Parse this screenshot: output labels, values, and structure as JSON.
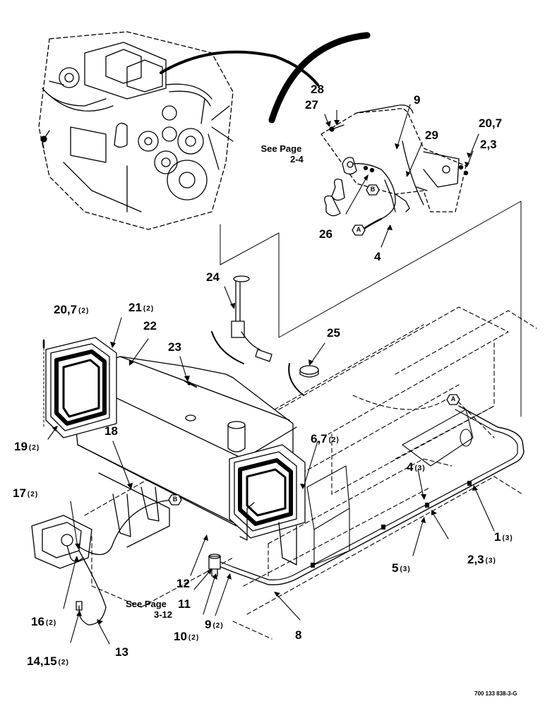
{
  "labels": {
    "l28": "28",
    "l27": "27",
    "l9a": "9",
    "l29": "29",
    "l20_7a": "20,7",
    "l2_3a": "2,3",
    "l26": "26",
    "l4a": "4",
    "l24": "24",
    "l25": "25",
    "l20_7b": "20,7",
    "l20_7b_q": "(2)",
    "l21": "21",
    "l21_q": "(2)",
    "l22": "22",
    "l23": "23",
    "l18": "18",
    "l19": "19",
    "l19_q": "(2)",
    "l6_7": "6,7",
    "l6_7_q": "(2)",
    "l4b": "4",
    "l4b_q": "(3)",
    "l1": "1",
    "l1_q": "(3)",
    "l2_3b": "2,3",
    "l2_3b_q": "(3)",
    "l5": "5",
    "l5_q": "(3)",
    "l17": "17",
    "l17_q": "(2)",
    "l16": "16",
    "l16_q": "(2)",
    "l12": "12",
    "l11": "11",
    "l10": "10",
    "l10_q": "(2)",
    "l9b": "9",
    "l9b_q": "(2)",
    "l8": "8",
    "l14_15": "14,15",
    "l14_15_q": "(2)",
    "l13": "13"
  },
  "notes": {
    "see_page_top_line1": "See Page",
    "see_page_top_line2": "2-4",
    "see_page_bottom_line1": "See Page",
    "see_page_bottom_line2": "3-12"
  },
  "callouts": {
    "a": "A",
    "b": "B"
  },
  "document_number": "700 133 838-3-G"
}
